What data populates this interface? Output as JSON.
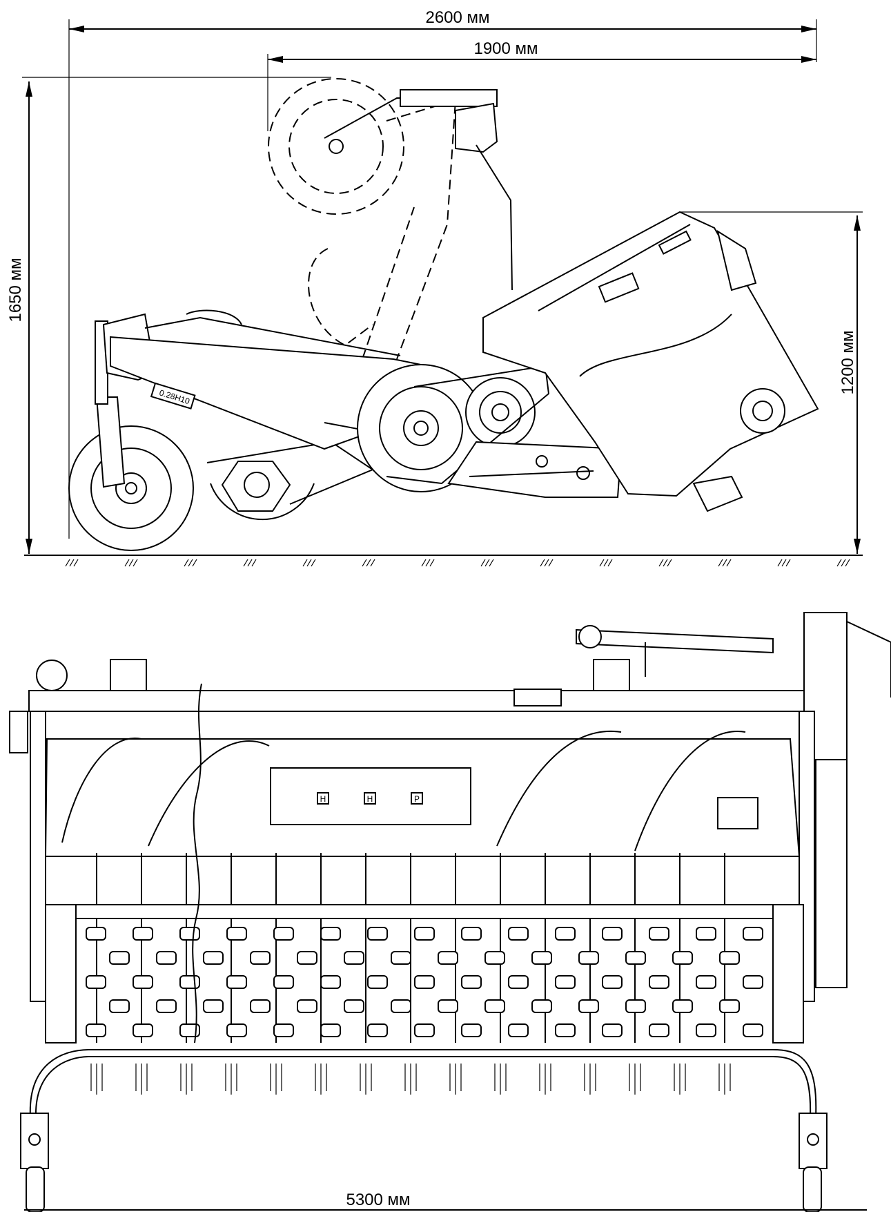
{
  "dimensions": {
    "overall_length": "2600 мм",
    "transport_length": "1900 мм",
    "overall_height": "1650 мм",
    "hopper_height": "1200 мм",
    "working_width": "5300 мм"
  },
  "side_view": {
    "model_plate": "0.28H10"
  },
  "rear_view": {
    "panel_labels": [
      "H",
      "H",
      "P"
    ]
  }
}
